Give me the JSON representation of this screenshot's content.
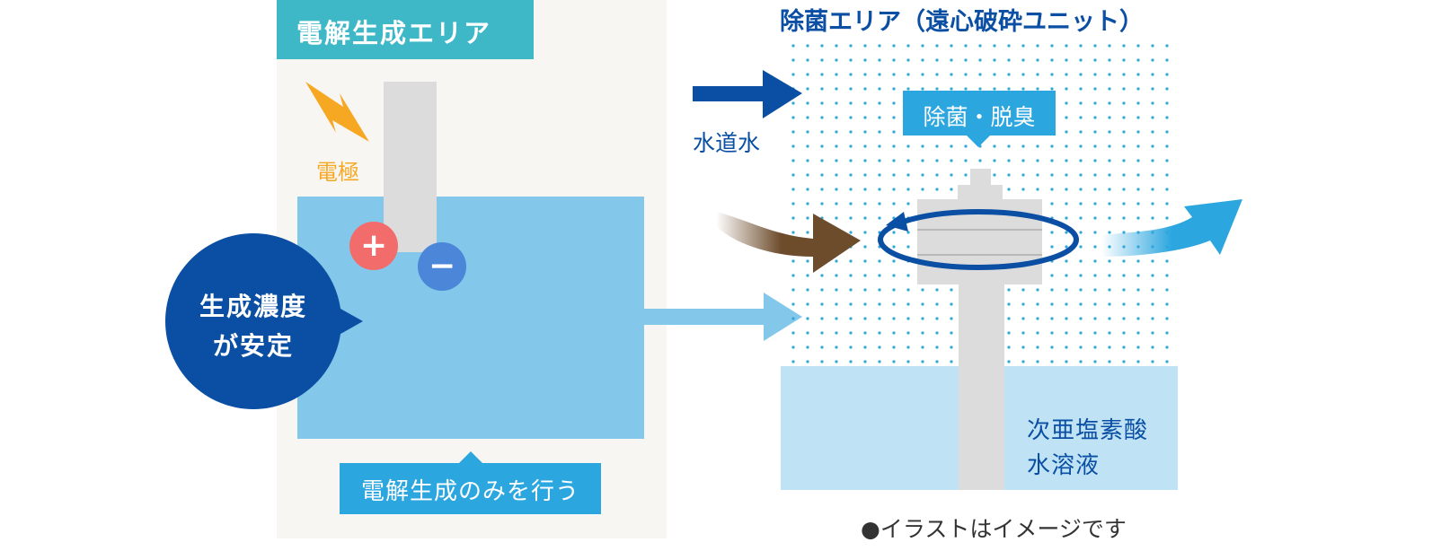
{
  "electrolysis": {
    "area_title": "電解生成エリア",
    "electrode_label": "電極",
    "plus_symbol": "+",
    "minus_symbol": "−",
    "bubble_line1": "生成濃度",
    "bubble_line2": "が安定",
    "caption": "電解生成のみを行う"
  },
  "sterilization": {
    "area_title": "除菌エリア（遠心破砕ユニット）",
    "tap_water_label": "水道水",
    "callout_label": "除菌・脱臭",
    "solution_line1": "次亜塩素酸",
    "solution_line2": "水溶液"
  },
  "footnote": "●イラストはイメージです",
  "colors": {
    "teal": "#3eb7c7",
    "panel_bg": "#f7f6f2",
    "water": "#83c8ea",
    "light_water": "#bfe3f5",
    "navy": "#0a4fa3",
    "blue": "#2ca6df",
    "orange": "#f7a823",
    "plus_red": "#f26c6c",
    "minus_blue": "#4b86d8",
    "gray": "#d9d9d9",
    "brown": "#6d4c2c"
  }
}
